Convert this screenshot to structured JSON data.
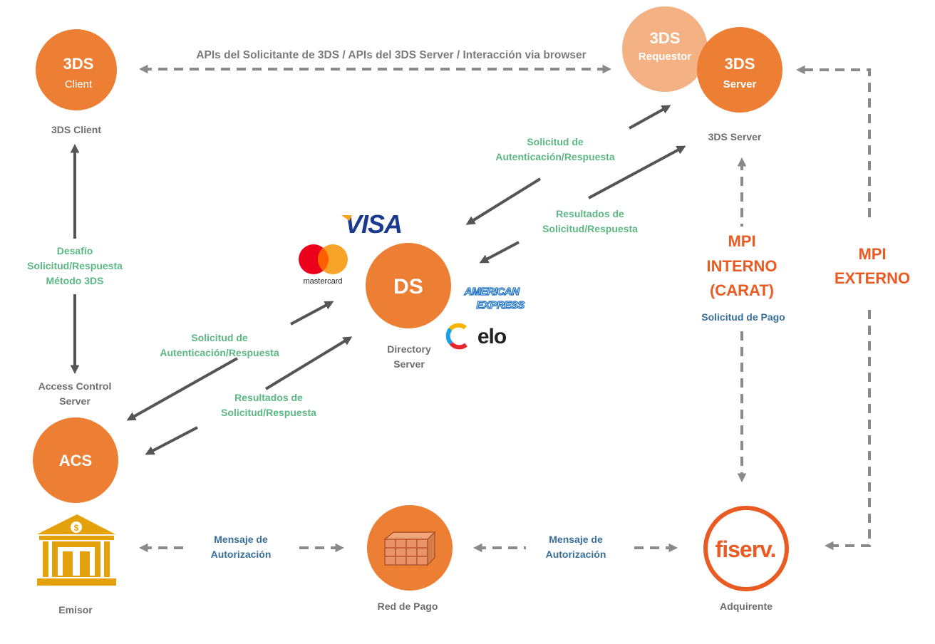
{
  "colors": {
    "orange": "#ec7f34",
    "peach": "#f4b183",
    "label_green": "#5bb783",
    "label_blue": "#3a6f9a",
    "mpi_orange": "#ea5b24",
    "arrow_solid": "#555555",
    "arrow_dashed": "#8a8a8a",
    "bank_gold": "#e3a20c"
  },
  "nodes": {
    "client": {
      "title": "3DS",
      "subtitle": "Client",
      "caption": "3DS Client"
    },
    "requestor": {
      "title": "3DS",
      "subtitle": "Requestor"
    },
    "server": {
      "title": "3DS",
      "subtitle": "Server",
      "caption": "3DS Server"
    },
    "ds": {
      "title": "DS",
      "caption_line1": "Directory",
      "caption_line2": "Server"
    },
    "acs": {
      "title": "ACS",
      "caption_line1": "Access Control",
      "caption_line2": "Server"
    },
    "emisor": {
      "caption": "Emisor",
      "icon": "bank-icon"
    },
    "red": {
      "caption": "Red de Pago",
      "icon": "boxes-icon"
    },
    "adquirente": {
      "caption": "Adquirente",
      "logo_text": "fiserv."
    }
  },
  "labels": {
    "top_api": "APIs del Solicitante de 3DS / APIs del 3DS Server / Interacción via browser",
    "challenge": [
      "Desafío",
      "Solicitud/Respuesta",
      "Método 3DS"
    ],
    "auth_upper": [
      "Solicitud de",
      "Autenticación/Respuesta"
    ],
    "results_upper": [
      "Resultados de",
      "Solicitud/Respuesta"
    ],
    "auth_lower": [
      "Solicitud de",
      "Autenticación/Respuesta"
    ],
    "results_lower": [
      "Resultados de",
      "Solicitud/Respuesta"
    ],
    "auth_msg_left": [
      "Mensaje de",
      "Autorización"
    ],
    "auth_msg_right": [
      "Mensaje de",
      "Autorización"
    ],
    "payment_request": "Solicitud de Pago",
    "mpi_internal": [
      "MPI",
      "INTERNO",
      "(CARAT)"
    ],
    "mpi_external": [
      "MPI",
      "EXTERNO"
    ]
  },
  "brands": {
    "visa": "VISA",
    "mastercard": "mastercard",
    "amex": [
      "AMERICAN",
      "EXPRESS"
    ],
    "elo": "elo"
  }
}
